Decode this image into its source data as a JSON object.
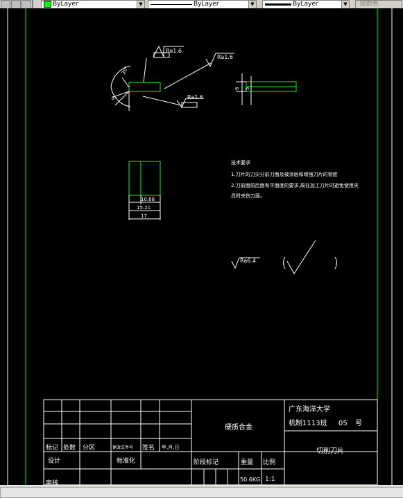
{
  "toolbar": {
    "layer_color_label": "ByLayer",
    "linetype_label": "ByLayer",
    "lineweight_label": "ByLayer",
    "plot_style_label": "随颜色",
    "colors": {
      "layer_swatch": "#00ff00"
    }
  },
  "drawing": {
    "colors": {
      "background": "#000000",
      "frame": "#00ff00",
      "lines": "#ffffff",
      "part_outline": "#00ff00",
      "centerline": "#ff4444"
    },
    "roughness_labels": {
      "top_left": "Ra1.6",
      "top_right": "Ra1.6",
      "bottom": "Ra1.6",
      "general": "Ra6.4"
    },
    "dimensions": {
      "angle_top": "30°",
      "angle_left": "6°",
      "height_outer": "6",
      "height_inner": "5",
      "width_1": "10.68",
      "width_2": "15.21",
      "width_3": "17"
    },
    "tech_notes": {
      "title": "技术要求",
      "line1": "1.刀片的刀尖分前刀面及被涂层和增强刀片的韧度",
      "line2": "2.刀前面前后面有平面度的要求,故在加工刀片时避免使用夹",
      "line3": "具时夹伤刀面。"
    },
    "title_block": {
      "material": "硬质合金",
      "school": "广东海洋大学",
      "class_info": "机制1113班",
      "number_label": "05",
      "number_suffix": "号",
      "part_name": "切削刀片",
      "row_labels": {
        "mark": "标记",
        "count": "处数",
        "zone": "分区",
        "change_doc": "更改文件号",
        "sign": "签名",
        "date": "年,月,日",
        "design": "设计",
        "standardize": "标准化",
        "stage_mark": "阶段标记",
        "weight": "重量",
        "scale": "比例",
        "review": "审核"
      },
      "weight_value": "50.6KG",
      "scale_value": "1:1"
    }
  }
}
